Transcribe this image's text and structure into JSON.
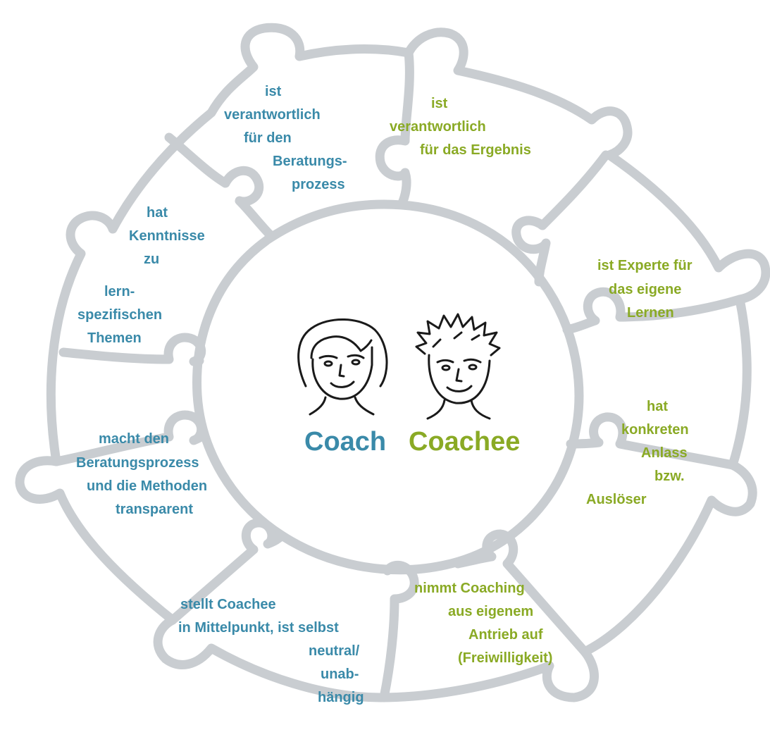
{
  "colors": {
    "coach": "#3a8aa9",
    "coachee": "#8aaa25",
    "puzzle_outline": "#c9cdd1"
  },
  "center": {
    "coach_label": "Coach",
    "coachee_label": "Coachee"
  },
  "coach_statements": [
    [
      "ist",
      "verantwortlich",
      "für den",
      "Beratungs-",
      "prozess"
    ],
    [
      "hat",
      "Kenntnisse",
      "zu",
      "lern-",
      "spezifischen",
      "Themen"
    ],
    [
      "macht den",
      "Beratungsprozess",
      "und die Methoden",
      "transparent"
    ],
    [
      "stellt Coachee",
      "in Mittelpunkt, ist selbst",
      "neutral/",
      "unab-",
      "hängig"
    ]
  ],
  "coachee_statements": [
    [
      "ist",
      "verantwortlich",
      "für das Ergebnis"
    ],
    [
      "ist Experte für",
      "das eigene",
      "Lernen"
    ],
    [
      "hat",
      "konkreten",
      "Anlass",
      "bzw.",
      "Auslöser"
    ],
    [
      "nimmt Coaching",
      "aus eigenem",
      "Antrieb auf",
      "(Freiwilligkeit)"
    ]
  ],
  "icons": {
    "coach_face": "coach-face-icon",
    "coachee_face": "coachee-face-icon"
  }
}
